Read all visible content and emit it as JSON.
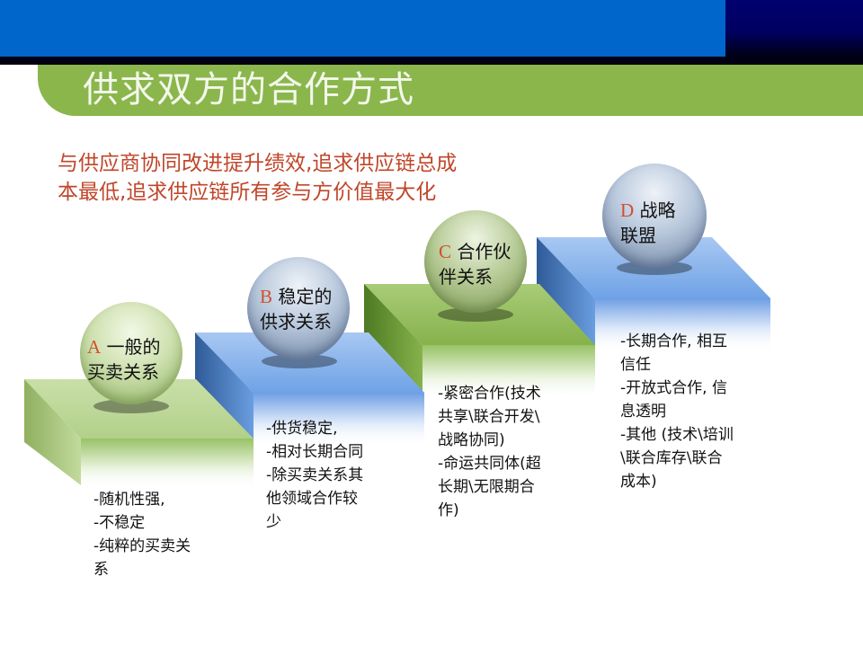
{
  "header": {
    "title": "供求双方的合作方式",
    "colors": {
      "top_bar": "#0066cc",
      "top_bar_dark": "#000060",
      "banner": "#8ab64c",
      "subtitle": "#c0462a"
    }
  },
  "subtitle": {
    "lines": [
      "与供应商协同改进提升绩效,追求供应链总成",
      "本最低,追求供应链所有参与方价值最大化"
    ]
  },
  "stages": [
    {
      "letter": "A",
      "label_line1": "一般的",
      "label_line2": "买卖关系",
      "color": "green",
      "points": [
        "-随机性强,",
        "-不稳定",
        "-纯粹的买卖关",
        "系"
      ]
    },
    {
      "letter": "B",
      "label_line1": "稳定的",
      "label_line2": "供求关系",
      "color": "blue",
      "points": [
        "-供货稳定,",
        "-相对长期合同",
        "-除买卖关系其",
        "他领域合作较",
        "少"
      ]
    },
    {
      "letter": "C",
      "label_line1": "合作伙",
      "label_line2": "伴关系",
      "color": "green",
      "points": [
        "-紧密合作(技术",
        "共享\\联合开发\\",
        "战略协同)",
        "-命运共同体(超",
        "长期\\无限期合",
        "作)"
      ]
    },
    {
      "letter": "D",
      "label_line1": "战略",
      "label_line2": "联盟",
      "color": "blue",
      "points": [
        "-长期合作, 相互",
        "信任",
        "-开放式合作, 信",
        "息透明",
        "-其他 (技术\\培训",
        "\\联合库存\\联合",
        "成本)"
      ]
    }
  ]
}
